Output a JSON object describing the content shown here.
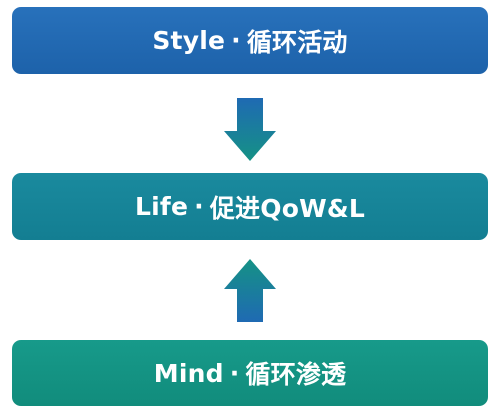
{
  "boxes": {
    "top": {
      "name": "Style",
      "sep": "·",
      "desc": "循环活动"
    },
    "middle": {
      "name": "Life",
      "sep": "·",
      "desc": "促进QoW&L"
    },
    "bottom": {
      "name": "Mind",
      "sep": "·",
      "desc": "循环渗透"
    }
  },
  "arrows": {
    "top_to_middle": "down",
    "bottom_to_middle": "up"
  },
  "colors": {
    "top_box": "#2268b0",
    "middle_box": "#16849a",
    "bottom_box": "#149484",
    "arrow_top": "#1f6ab3",
    "arrow_bottom": "#159285"
  }
}
